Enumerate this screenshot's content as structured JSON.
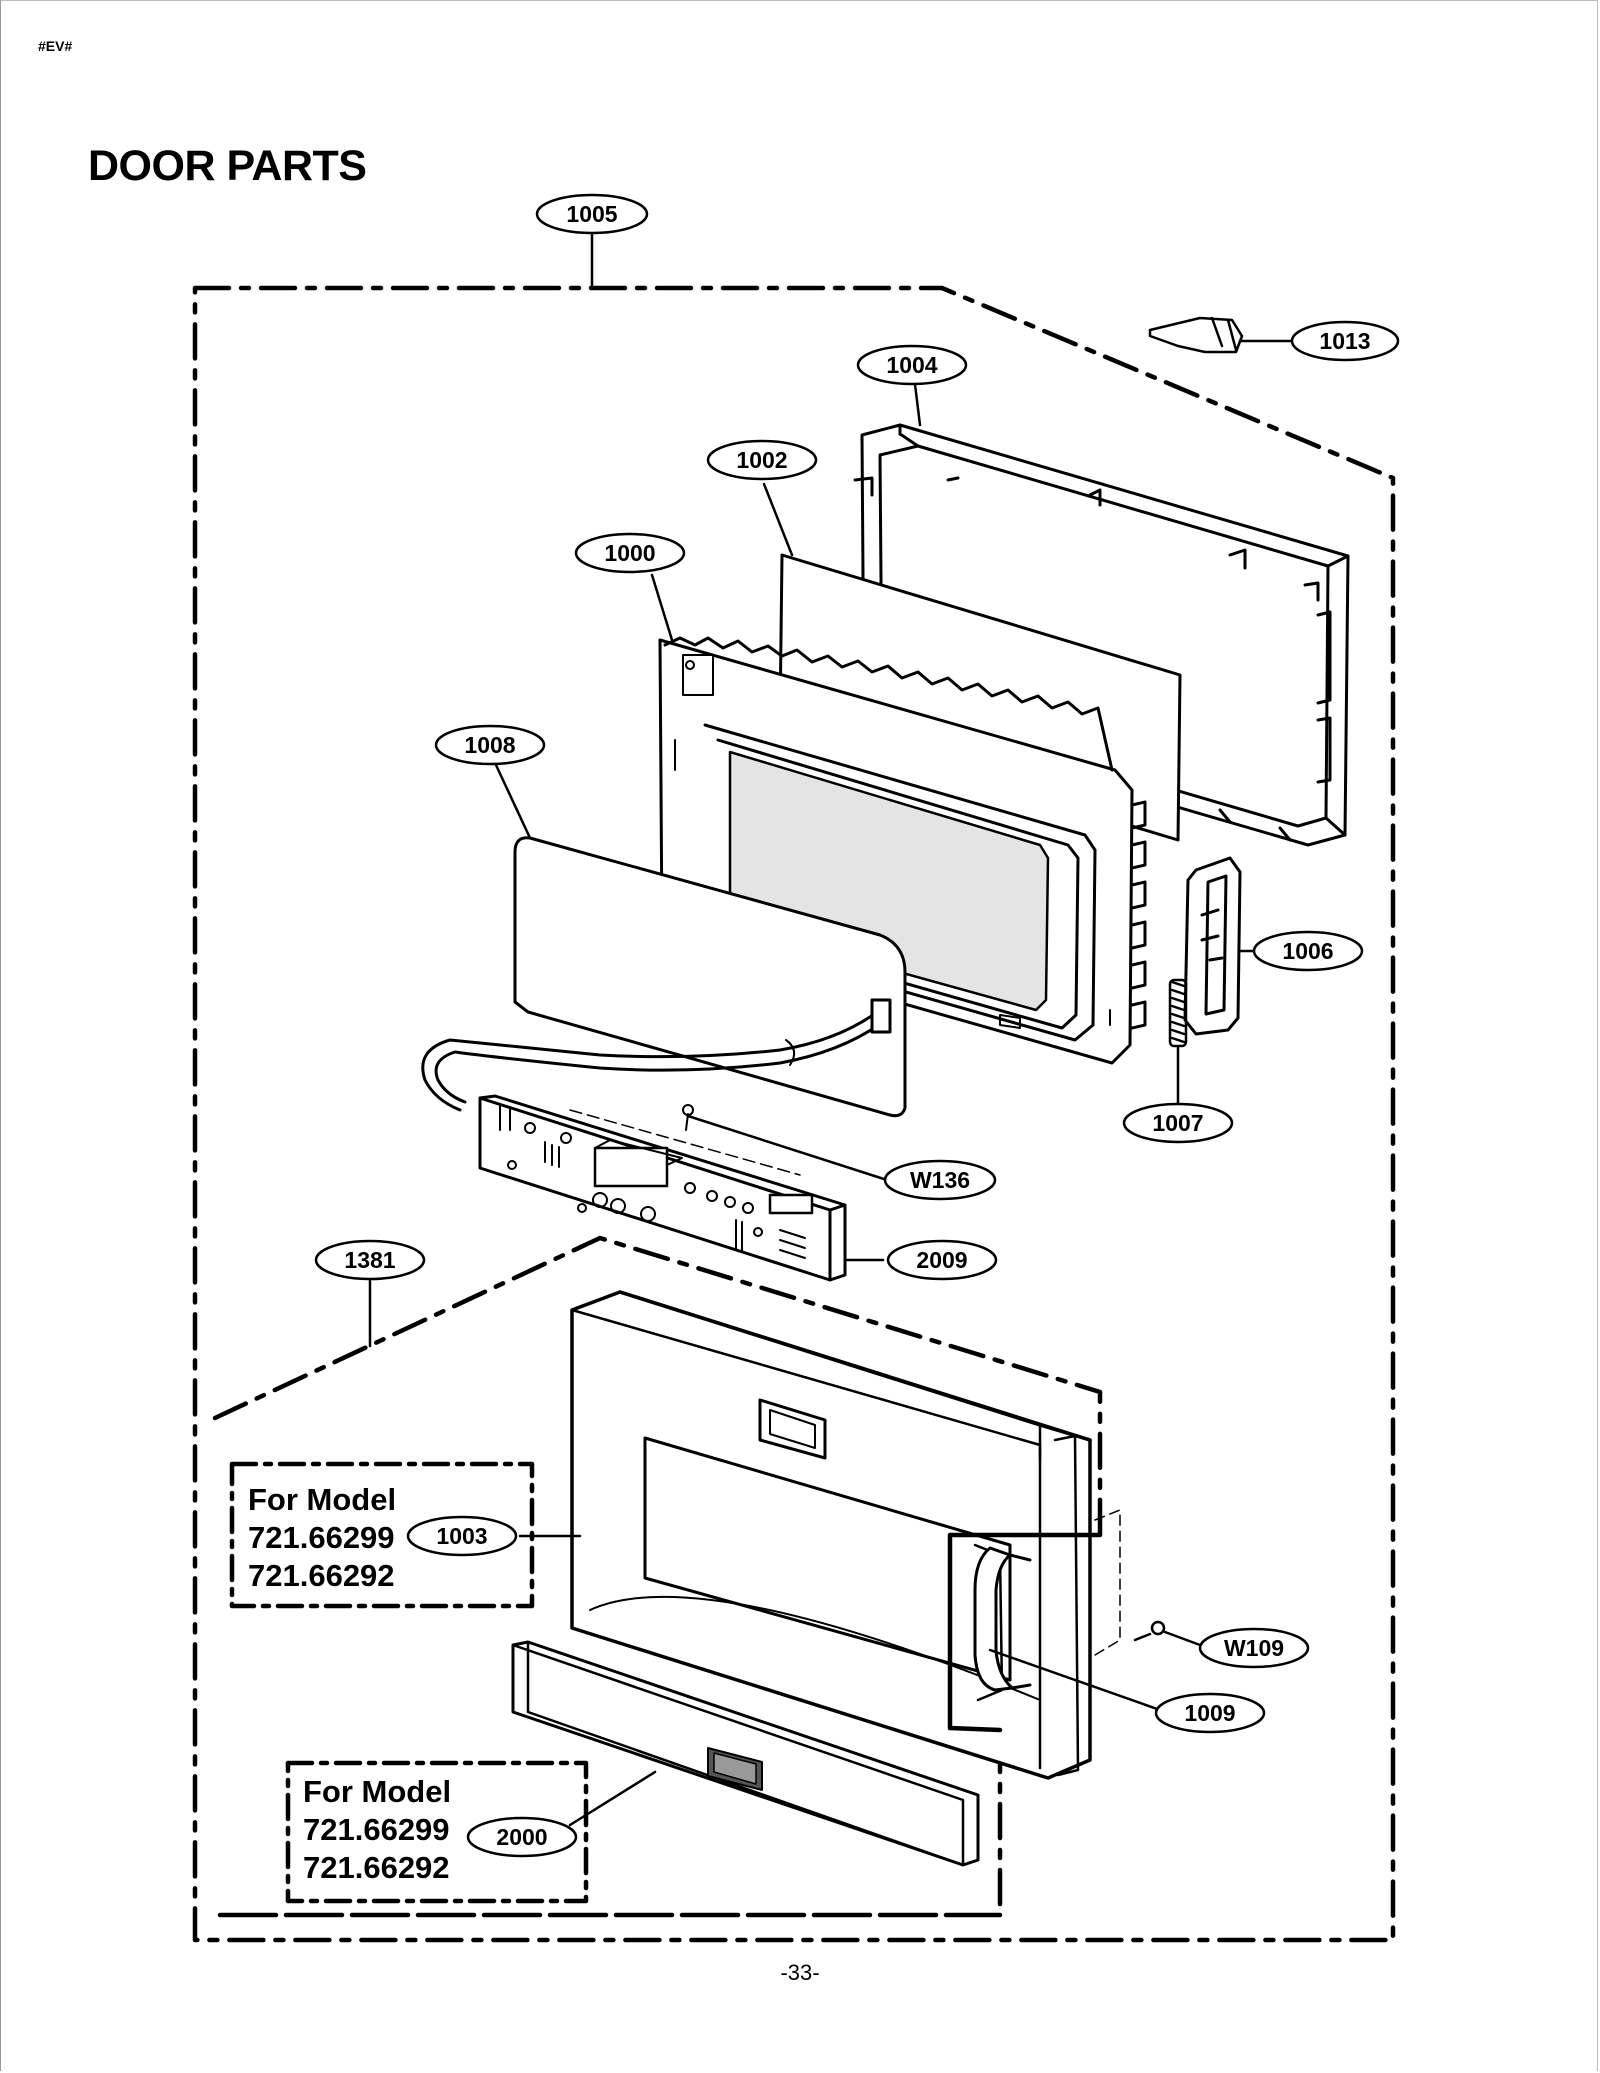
{
  "header_code": "#EV#",
  "title": "DOOR PARTS",
  "page_number": "-33-",
  "callouts": {
    "c1005": "1005",
    "c1013": "1013",
    "c1004": "1004",
    "c1002": "1002",
    "c1000": "1000",
    "c1008": "1008",
    "c1006": "1006",
    "c1007": "1007",
    "cW136": "W136",
    "c2009": "2009",
    "c1381": "1381",
    "c1003": "1003",
    "cW109": "W109",
    "c1009": "1009",
    "c2000": "2000"
  },
  "model_notes": [
    {
      "heading": "For Model",
      "models": [
        "721.66299",
        "721.66292"
      ]
    },
    {
      "heading": "For Model",
      "models": [
        "721.66299",
        "721.66292"
      ]
    }
  ]
}
